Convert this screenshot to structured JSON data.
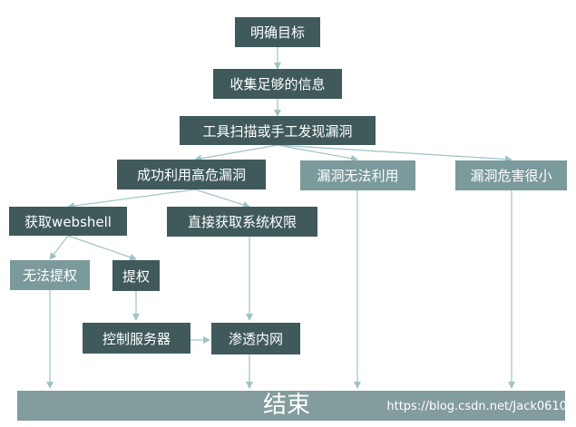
{
  "nodes": {
    "goal": "明确目标",
    "collect": "收集足够的信息",
    "scan": "工具扫描或手工发现漏洞",
    "exploit": "成功利用高危漏洞",
    "cannot_use": "漏洞无法利用",
    "low_risk": "漏洞危害很小",
    "webshell": "获取webshell",
    "system": "直接获取系统权限",
    "no_priv": "无法提权",
    "priv": "提权",
    "control": "控制服务器",
    "intranet": "渗透内网"
  },
  "end_label": "结束",
  "watermark": "https://blog.csdn.net/Jack0610",
  "colors": {
    "dark_node": "#405a5c",
    "light_node": "#7b9a9b",
    "end_bar": "#839c9e",
    "connector": "#9fc3c5"
  }
}
